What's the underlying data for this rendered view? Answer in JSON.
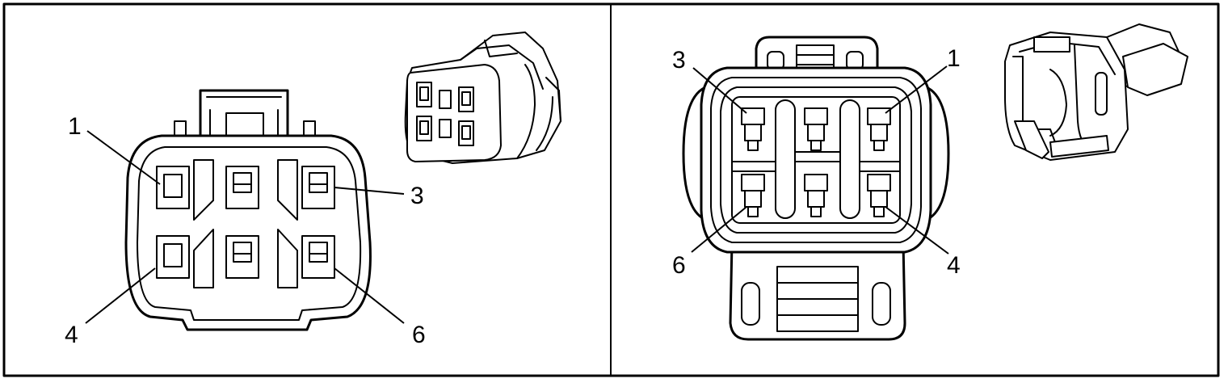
{
  "left_panel": {
    "pin_labels": {
      "top_left": "1",
      "top_right": "3",
      "bottom_left": "4",
      "bottom_right": "6"
    }
  },
  "right_panel": {
    "pin_labels": {
      "top_left": "3",
      "top_right": "1",
      "bottom_left": "6",
      "bottom_right": "4"
    }
  }
}
